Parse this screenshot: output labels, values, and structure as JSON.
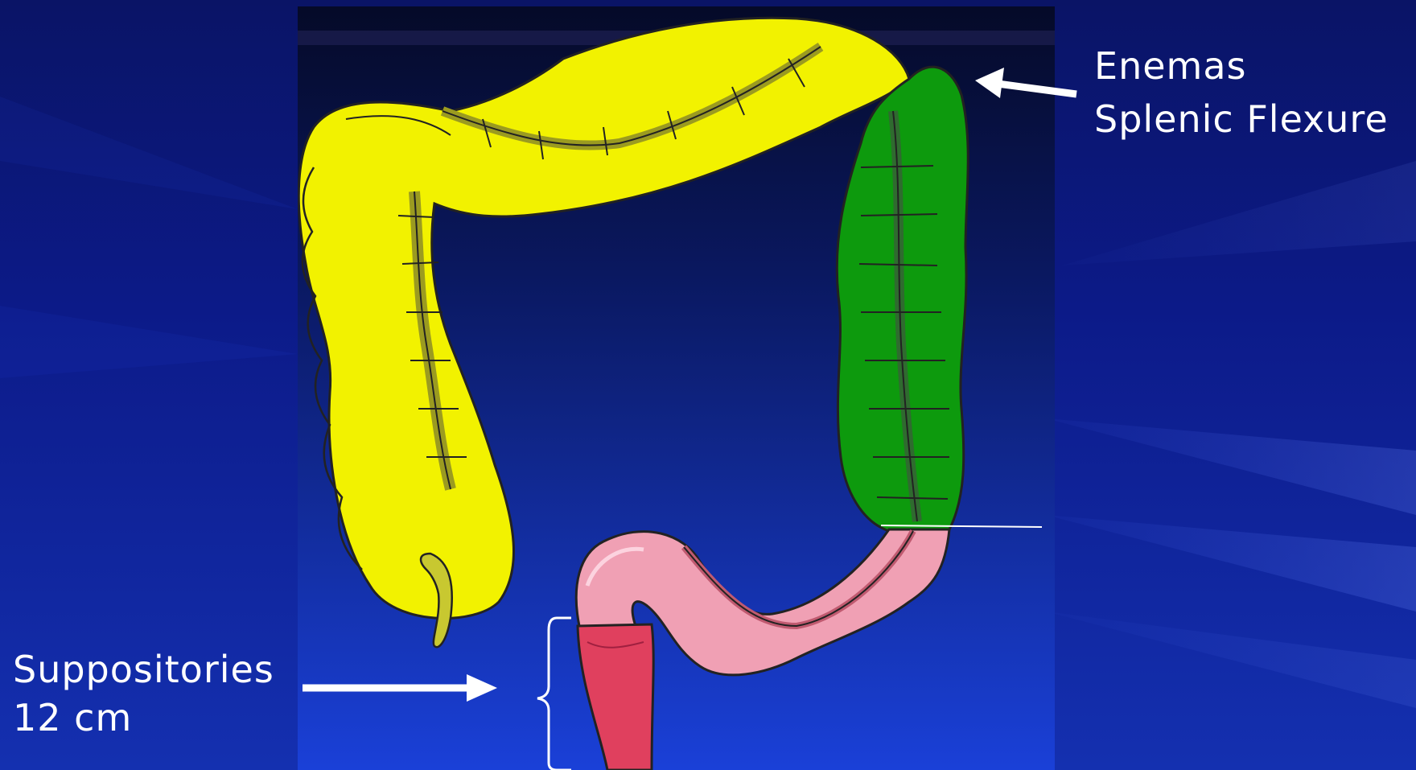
{
  "labels": {
    "enemas": "Enemas",
    "splenic_flexure": "Splenic Flexure",
    "suppositories": "Suppositories",
    "suppository_depth": "12 cm"
  },
  "colors": {
    "background_dark": "#0a1466",
    "background_light": "#1430b0",
    "colon_yellow": "#f2f200",
    "colon_green": "#0d9a0d",
    "colon_pink": "#f0a0b4",
    "rectum_red": "#e0405e",
    "arrow": "#ffffff",
    "text": "#ffffff"
  }
}
